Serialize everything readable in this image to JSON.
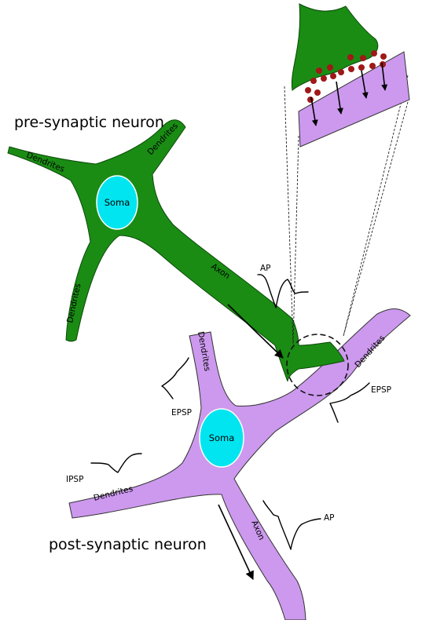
{
  "labels": {
    "pre_title": "pre-synaptic neuron",
    "post_title": "post-synaptic neuron",
    "pre_soma": "Soma",
    "post_soma": "Soma",
    "pre_dendrites_left": "Dendrites",
    "pre_dendrites_right": "Dendrites",
    "pre_dendrites_bottom": "Dendrites",
    "pre_axon": "Axon",
    "post_dendrites_top": "Dendrites",
    "post_dendrites_right": "Dendrites",
    "post_dendrites_left": "Dendrites",
    "post_axon": "Axon",
    "ap_top": "AP",
    "ap_bottom": "AP",
    "epsp_left": "EPSP",
    "epsp_right": "EPSP",
    "ipsp": "IPSP"
  },
  "colors": {
    "pre_neuron": "#1a8c14",
    "post_neuron": "#cc99ee",
    "soma": "#00e5f0",
    "vesicle": "#a01818"
  }
}
